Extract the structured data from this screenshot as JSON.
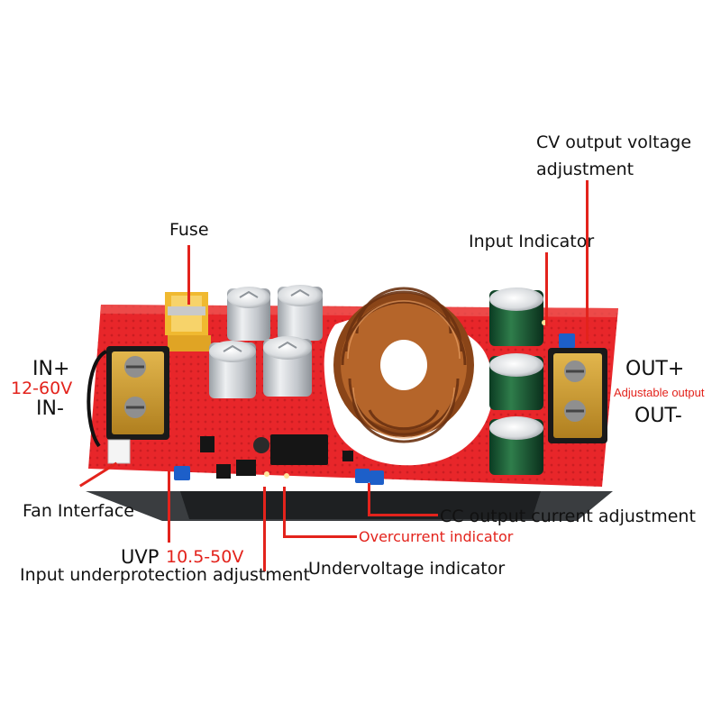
{
  "labels": {
    "fuse": "Fuse",
    "cv_line1": "CV output voltage",
    "cv_line2": "adjustment",
    "input_indicator": "Input Indicator",
    "in_plus": "IN+",
    "in_range": "12-60V",
    "in_minus": "IN-",
    "out_plus": "OUT+",
    "adjustable_output": "Adjustable output",
    "out_minus": "OUT-",
    "fan_interface": "Fan Interface",
    "uvp": "UVP",
    "uvp_range": "10.5-50V",
    "input_underprotection": "Input underprotection adjustment",
    "undervoltage_indicator": "Undervoltage indicator",
    "overcurrent_indicator": "Overcurrent indicator",
    "cc_adjustment": "CC output current adjustment"
  },
  "colors": {
    "label_text": "#111111",
    "accent_red": "#e3231c",
    "pcb_red": "#e8262a",
    "terminal_yellow": "#d9a93a",
    "coil_copper": "#b5652a"
  }
}
